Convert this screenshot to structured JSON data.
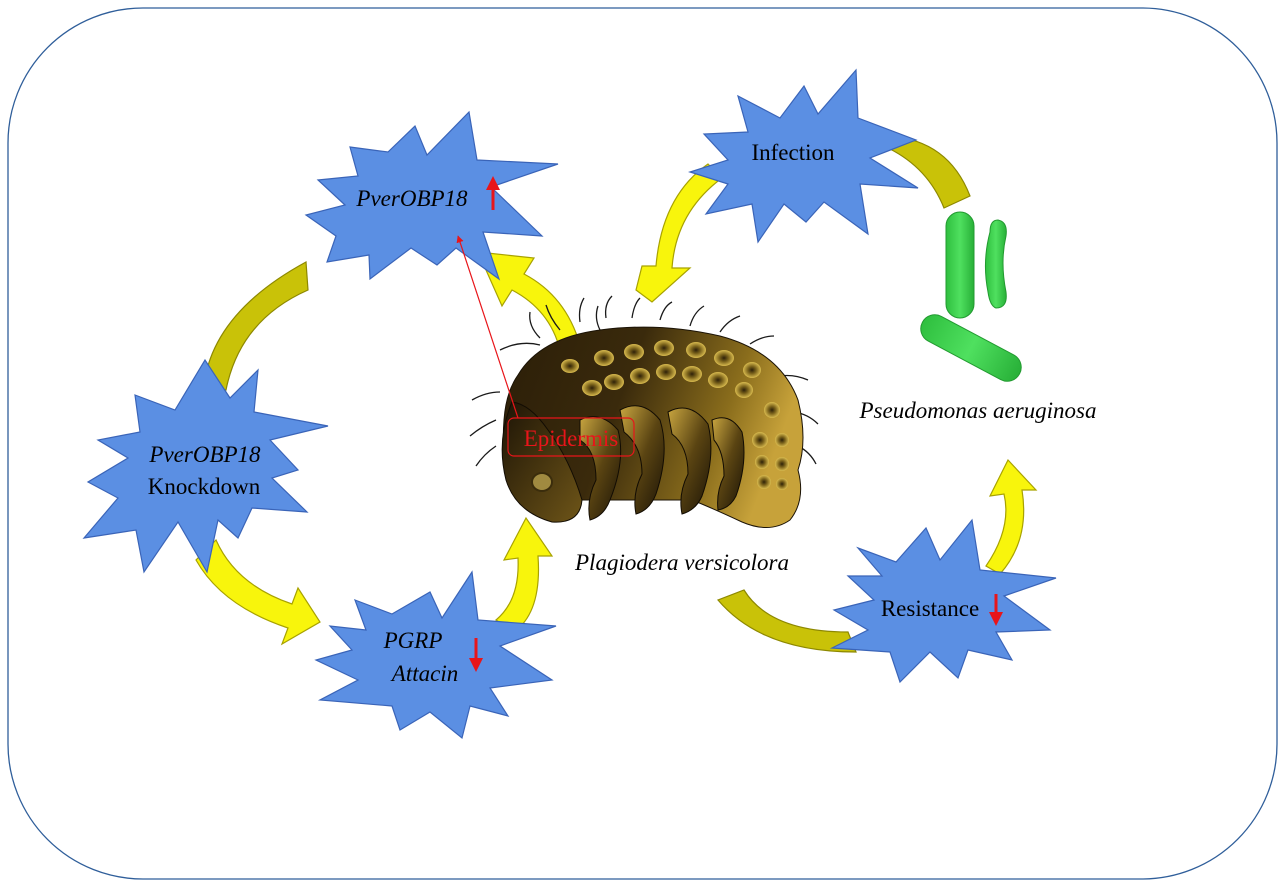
{
  "nodes": {
    "obp18_up": {
      "label": "PverOBP18",
      "arrow": "up"
    },
    "knockdown": {
      "line1": "PverOBP18",
      "line2": "Knockdown"
    },
    "pgrp": {
      "line1": "PGRP",
      "line2": "Attacin",
      "arrow": "down"
    },
    "infection": {
      "label": "Infection"
    },
    "resistance": {
      "label": "Resistance",
      "arrow": "down"
    }
  },
  "labels": {
    "pathogen": "Pseudomonas aeruginosa",
    "insect": "Plagiodera versicolora",
    "tissue": "Epidermis"
  },
  "colors": {
    "star_fill": "#5b8fe3",
    "star_stroke": "#3a64b8",
    "cycle_arrow_bright": "#f8f50c",
    "cycle_arrow_olive": "#c9c208",
    "indicator_red": "#e8151a",
    "bacteria_green": "#3ad24a",
    "frame_stroke": "#2f5e9a"
  }
}
